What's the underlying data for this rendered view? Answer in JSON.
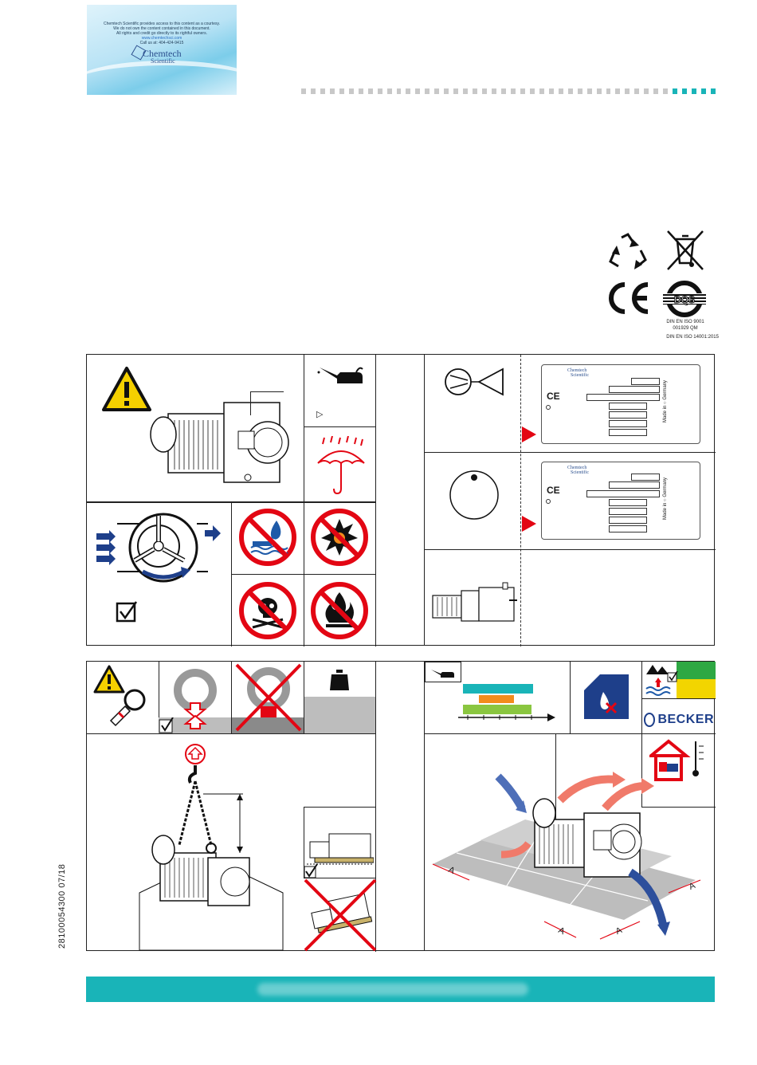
{
  "banner": {
    "lines": [
      "Chemtech Scientific provides access to this content as a courtesy.",
      "We do not own the content contained in this document.",
      "All rights and credit go directly to its rightful owners."
    ],
    "link": "www.chemtechsci.com",
    "phone": "Call us at: 404-424-9415",
    "brand_name": "Chemtech",
    "brand_sub": "Scientific"
  },
  "certification": {
    "iso_9001": "DIN EN ISO 9001",
    "qm_number": "001929 QM",
    "iso_14001": "DIN EN ISO 14001:2015"
  },
  "label_plate": {
    "brand": "Chemtech",
    "brand_sub": "Scientific",
    "ce_mark": "CE",
    "made_in": "Made in",
    "country": "Germany"
  },
  "arrow_symbol": "▷",
  "distance_label": "A",
  "brand_logo": "BECKER",
  "side_code": "28100054300    07/18",
  "colors": {
    "teal": "#19b4b8",
    "red": "#e30613",
    "blue": "#1e3f8a",
    "green": "#2ea843",
    "yellow": "#f2d500",
    "orange": "#f28c1c",
    "light_green": "#8ac640"
  }
}
